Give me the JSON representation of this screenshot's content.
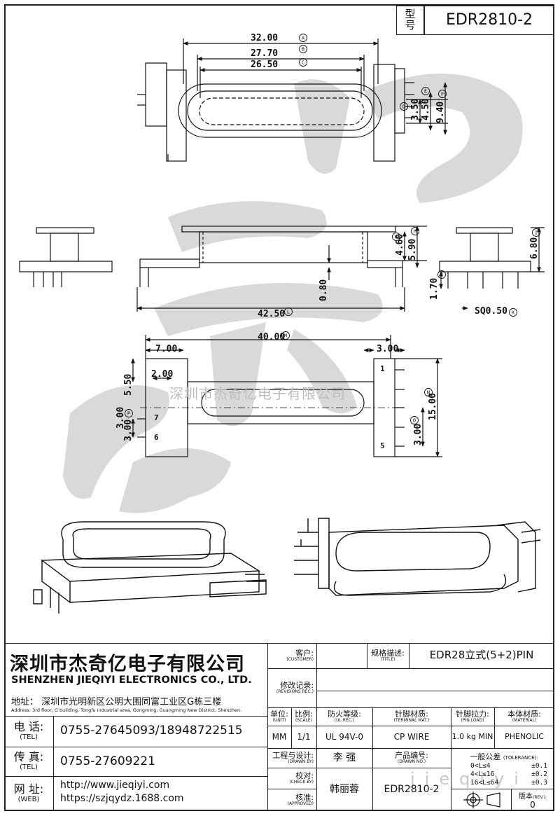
{
  "model_box": {
    "label_top": "型",
    "label_bottom": "号",
    "value": "EDR2810-2"
  },
  "dims": {
    "top_view": {
      "a": "32.00",
      "b": "27.70",
      "c": "26.50",
      "d": "3.50",
      "e": "4.50",
      "f": "9.40",
      "mA": "A",
      "mB": "B",
      "mC": "C",
      "mD": "D",
      "mE": "E",
      "mF": "F"
    },
    "side_view": {
      "g": "4.60",
      "h": "5.90",
      "base": "0.80",
      "length": "42.50",
      "mG": "G",
      "mH": "H",
      "mL": "L"
    },
    "right_view": {
      "height": "6.80",
      "pin": "1.70",
      "sq": "SQ0.50",
      "mI": "I",
      "mJ": "J",
      "mK": "K"
    },
    "bottom_view": {
      "total": "40.00",
      "left": "7.00",
      "right": "3.00",
      "p1": "5.50",
      "p2": "2.00",
      "p3": "3.00",
      "p4": "3.00",
      "p5": "3.00",
      "height": "15.00",
      "mM": "M",
      "mN": "N",
      "mO": "O",
      "mP": "P",
      "pins": [
        "1",
        "7",
        "6",
        "5"
      ]
    }
  },
  "watermark": "深圳市杰奇亿电子有限公司",
  "watermark2": "jieqiyi",
  "company": {
    "name_cn": "深圳市杰奇亿电子有限公司",
    "name_en": "SHENZHEN JIEQIYI ELECTRONICS CO., LTD.",
    "address_cn": "地址： 深圳市光明新区公明大围同富工业区G栋三楼",
    "address_en": "Address: 3rd floor, G building, Tongfu industrial area, Gongming, Guangming New District, Shenzhen.",
    "tel_label": "电 话:",
    "tel_sub": "(TEL)",
    "tel": "0755-27645093/18948722515",
    "fax_label": "传 真:",
    "fax_sub": "(TEL)",
    "fax": "0755-27609221",
    "web_label": "网 址:",
    "web_sub": "(WEB)",
    "web1": "http://www.jieqiyi.com",
    "web2": "https://szjqydz.1688.com"
  },
  "table": {
    "customer": {
      "label": "客户:",
      "sub": "(CUSTOMER)",
      "value": ""
    },
    "title": {
      "label": "规格描述:",
      "sub": "(TITLE)",
      "value": "EDR28立式(5+2)PIN"
    },
    "revisions": {
      "label": "修改记录:",
      "sub": "(REVISIONS REC.)"
    },
    "unit": {
      "label": "单位:",
      "sub": "(UNIT)",
      "value": "MM"
    },
    "scale": {
      "label": "比例:",
      "sub": "(SCALE)",
      "value": "1/1"
    },
    "ul": {
      "label": "防火等级:",
      "sub": "(UL REC.)",
      "value": "UL 94V-0"
    },
    "terminal": {
      "label": "针脚材质:",
      "sub": "(TERMINAL MAT.)",
      "value": "CP WIRE"
    },
    "pinload": {
      "label": "针脚拉力:",
      "sub": "(PIN LOAD)",
      "value": "1.0 kg MIN"
    },
    "material": {
      "label": "本体材质:",
      "sub": "(MATERIAL)",
      "value": "PHENOLIC"
    },
    "drawn": {
      "label": "工程与设计:",
      "sub": "(DRAWN BY)",
      "value": "李 强"
    },
    "drawing_no": {
      "label": "产品编号:",
      "sub": "(DRAWN NO.)",
      "value": "EDR2810-2"
    },
    "check": {
      "label": "校对:",
      "sub": "(CHECK BY)"
    },
    "approved": {
      "label": "核准:",
      "sub": "(APPROVED)",
      "value": "韩丽蓉"
    },
    "tolerance": {
      "label": "一般公差",
      "sub": "(TOLERANCE):",
      "rows": [
        [
          "0<L≤4",
          "±0.1"
        ],
        [
          "4<L≤16",
          "±0.2"
        ],
        [
          "16<L≤64",
          "±0.3"
        ]
      ]
    },
    "rev": {
      "label": "版本",
      "sub": "(REV.):",
      "value": "0"
    }
  }
}
